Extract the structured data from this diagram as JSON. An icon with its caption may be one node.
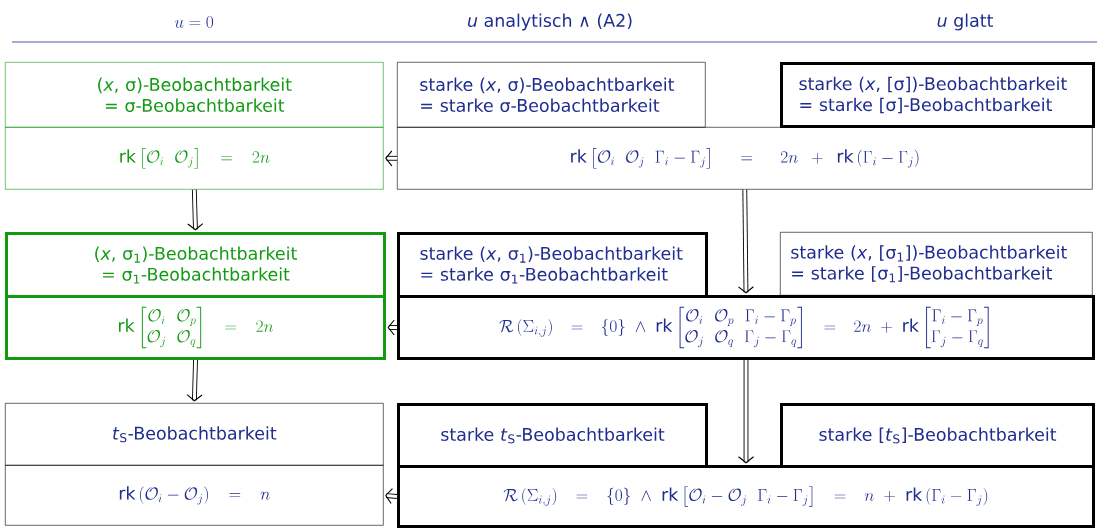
{
  "diagram": {
    "nodes": [
      {
        "text": [
          "(*x*, σ)-Beobachtbarkeit = σ-Beobachtbarkeit"
        ]
      },
      {
        "text": [
          "starke (*x*, σ)-Beobachtbarkeit = starke σ-Beobachtbarkeit"
        ]
      },
      {
        "text": [
          "starke (*x*, [σ])-Beobachtbarkeit = starke [σ]-Beobachtbarkeit"
        ]
      },
      {
        "text": [
          "\\mathrm{rk}\\begin{bmatrix}\\mathcal{O}_i & \\mathcal{O}_j\\end{bmatrix} = 2n"
        ]
      },
      {
        "text": [
          "\\mathrm{rk}\\begin{bmatrix}\\mathcal{O}_i & \\mathcal{O}_j & \\Gamma_i-\\Gamma_j\\end{bmatrix} = 2n + \\mathrm{rk}\\left(\\Gamma_i-\\Gamma_j\\right)"
        ]
      },
      {
        "text": [
          "(*x*, σ$_{1}$)-Beobachtbarkeit = σ$_{1}$-Beobachtbarkeit"
        ]
      },
      {
        "text": [
          "starke (*x*, σ$_{1}$)-Beobachtbarkeit = starke σ$_{1}$-Beobachtbarkeit"
        ]
      },
      {
        "text": [
          "starke (*x*, [σ$_{1}$])-Beobachtbarkeit = starke [σ$_{1}$]-Beobachtbarkeit"
        ]
      },
      {
        "text": [
          "\\mathrm{rk}\\begin{bmatrix}\\mathcal{O}_i & \\mathcal{O}_p\\\\ \\mathcal{O}_j & \\mathcal{O}_q\\end{bmatrix} = 2n"
        ]
      },
      {
        "text": [
          "\\mathcal{R}\\left(\\Sigma_{i,j}\\right) = \\{0\\} \\wedge \\mathrm{rk}\\begin{bmatrix}\\mathcal{O}_i & \\mathcal{O}_p & \\Gamma_i-\\Gamma_p\\\\ \\mathcal{O}_j & \\mathcal{O}_q & \\Gamma_j-\\Gamma_q\\end{bmatrix} = 2n + \\mathrm{rk}\\begin{bmatrix}\\Gamma_i-\\Gamma_p\\\\ \\Gamma_j-\\Gamma_q\\end{bmatrix}"
        ]
      },
      {
        "text": [
          "*t*$_{S}$-Beobachtbarkeit"
        ]
      },
      {
        "text": [
          "starke *t*$_{S}$-Beobachtbarkeit"
        ]
      },
      {
        "text": [
          "starke [*t*$_{S}$]-Beobachtbarkeit"
        ]
      },
      {
        "text": [
          "\\mathrm{rk}\\left(\\mathcal{O}_i-\\mathcal{O}_j\\right) = n"
        ]
      },
      {
        "text": [
          "\\mathcal{R}\\left(\\Sigma_{i,j}\\right) = \\{0\\} \\wedge \\mathrm{rk}\\begin{bmatrix}\\mathcal{O}_i-\\mathcal{O}_j & \\Gamma_i-\\Gamma_j\\end{bmatrix} = n + \\mathrm{rk}\\left(\\Gamma_i-\\Gamma_j\\right)"
        ]
      }
    ],
    "edges": [
      {
        "from": 4,
        "to": 3,
        "arrow": "to"
      },
      {
        "from": 3,
        "to": 5,
        "arrow": "to"
      },
      {
        "from": 4,
        "to": 9,
        "arrow": "to"
      },
      {
        "from": 9,
        "to": 8,
        "arrow": "to"
      },
      {
        "from": 8,
        "to": 10,
        "arrow": "to"
      },
      {
        "from": 9,
        "to": 14,
        "arrow": "to"
      },
      {
        "from": 14,
        "to": 13,
        "arrow": "to"
      }
    ],
    "labels": [
      "u = 0",
      "*u* analytisch ∧ (A2)",
      "*u* glatt"
    ]
  }
}
